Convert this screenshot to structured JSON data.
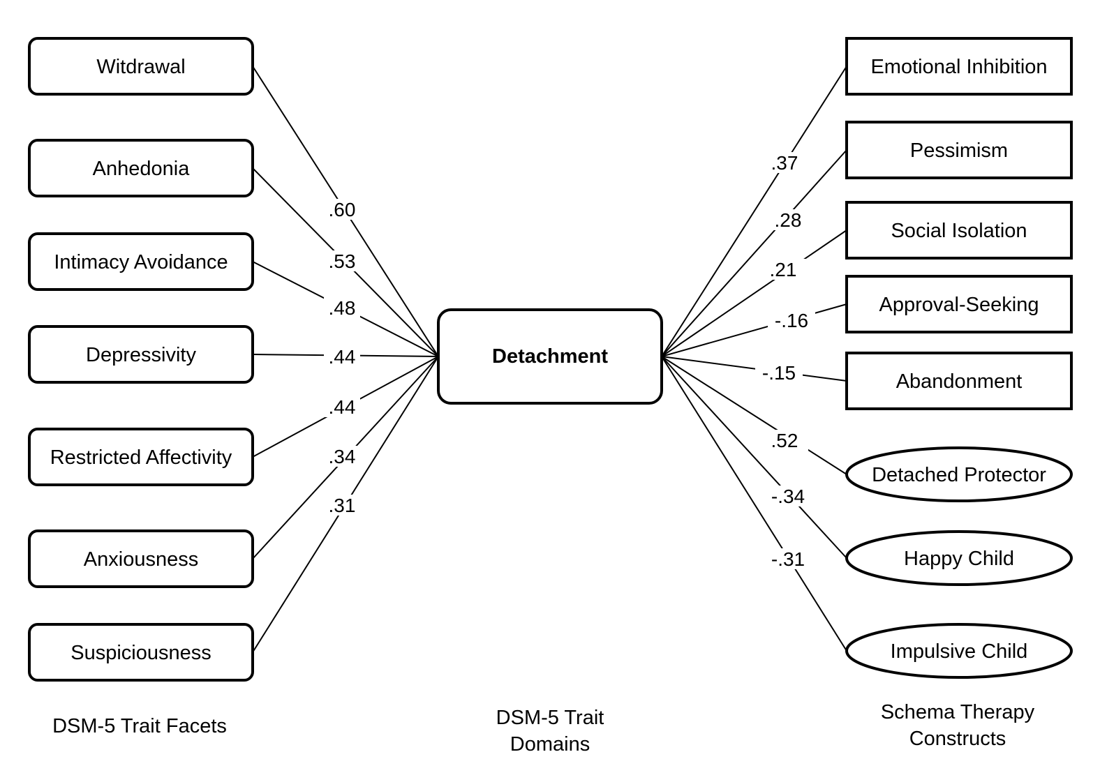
{
  "center": {
    "label": "Detachment"
  },
  "left_nodes": [
    {
      "label": "Witdrawal",
      "weight": ".60"
    },
    {
      "label": "Anhedonia",
      "weight": ".53"
    },
    {
      "label": "Intimacy Avoidance",
      "weight": ".48"
    },
    {
      "label": "Depressivity",
      "weight": ".44"
    },
    {
      "label": "Restricted Affectivity",
      "weight": ".44"
    },
    {
      "label": "Anxiousness",
      "weight": ".34"
    },
    {
      "label": "Suspiciousness",
      "weight": ".31"
    }
  ],
  "right_nodes": [
    {
      "label": "Emotional Inhibition",
      "weight": ".37",
      "shape": "rectangle"
    },
    {
      "label": "Pessimism",
      "weight": ".28",
      "shape": "rectangle"
    },
    {
      "label": "Social Isolation",
      "weight": ".21",
      "shape": "rectangle"
    },
    {
      "label": "Approval-Seeking",
      "weight": "-.16",
      "shape": "rectangle"
    },
    {
      "label": "Abandonment",
      "weight": "-.15",
      "shape": "rectangle"
    },
    {
      "label": "Detached Protector",
      "weight": ".52",
      "shape": "ellipse"
    },
    {
      "label": "Happy Child",
      "weight": "-.34",
      "shape": "ellipse"
    },
    {
      "label": "Impulsive Child",
      "weight": "-.31",
      "shape": "ellipse"
    }
  ],
  "footer": {
    "left_line1": "DSM-5 Trait Facets",
    "middle_line1": "DSM-5 Trait",
    "middle_line2": "Domains",
    "right_line1": "Schema Therapy",
    "right_line2": "Constructs"
  }
}
